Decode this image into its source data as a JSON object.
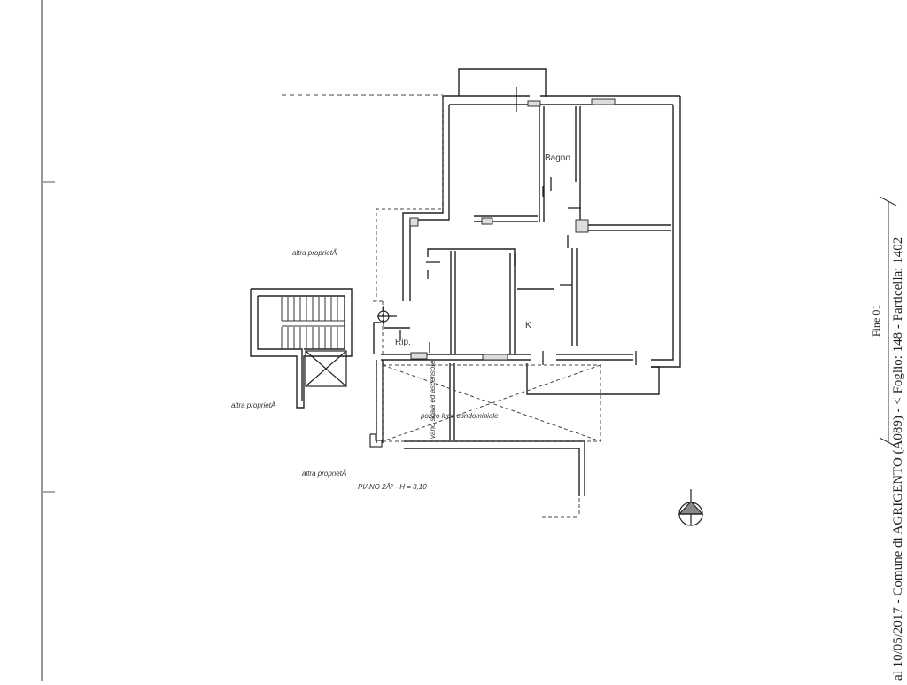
{
  "labels": {
    "other_property_1": "altra proprietÃ",
    "other_property_2": "altra proprietÃ",
    "other_property_3": "altra proprietÃ",
    "stair_shaft": "vano scala ed ascensore",
    "light_well": "pozzo luce condominiale",
    "bathroom": "Bagno",
    "storage": "Rip.",
    "kitchen": "K",
    "floor_info": "PIANO 2Â° - H = 3,10"
  },
  "side_text": {
    "main": "al 10/05/2017 - Comune di AGRIGENTO (A089) - < Foglio: 148 - Particella: 1402",
    "sheet": "Fine 01"
  },
  "colors": {
    "wall": "#222222",
    "dashed": "#444444",
    "background": "#ffffff"
  }
}
